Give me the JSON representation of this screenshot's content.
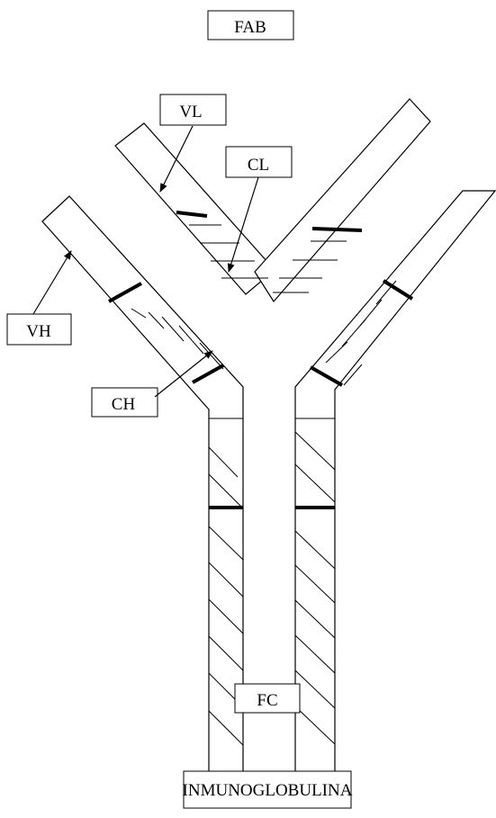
{
  "labels": {
    "fab": "FAB",
    "vl": "VL",
    "cl": "CL",
    "vh": "VH",
    "ch": "CH",
    "fc": "FC",
    "title": "INMUNOGLOBULINA"
  }
}
